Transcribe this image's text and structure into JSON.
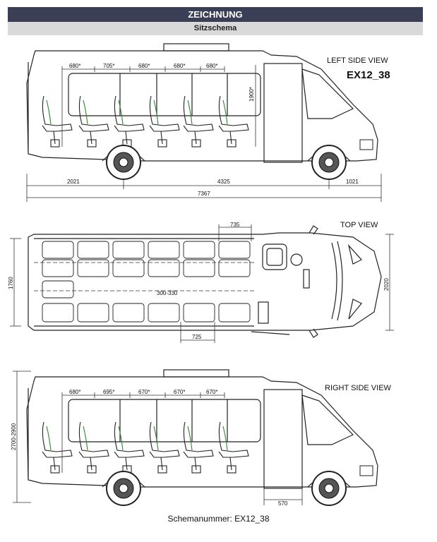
{
  "header": {
    "title": "ZEICHNUNG",
    "subtitle": "Sitzschema"
  },
  "left_view": {
    "label": "LEFT SIDE VIEW",
    "model": "EX12_38",
    "seat_pitch": [
      "680*",
      "705*",
      "680*",
      "680*",
      "680*"
    ],
    "height": "1900*",
    "dims": [
      "2021",
      "4325",
      "1021"
    ],
    "total": "7367"
  },
  "top_view": {
    "label": "TOP VIEW",
    "dim_top": "735",
    "width_left": "1760",
    "width_right": "2020",
    "aisle": "300-330",
    "dim_bottom": "725"
  },
  "right_view": {
    "label": "RIGHT SIDE VIEW",
    "seat_pitch": [
      "680*",
      "695*",
      "670*",
      "670*",
      "670*"
    ],
    "height": "2700-2900",
    "dim_bottom": "570"
  },
  "footer": {
    "text": "Schemanummer: EX12_38"
  }
}
